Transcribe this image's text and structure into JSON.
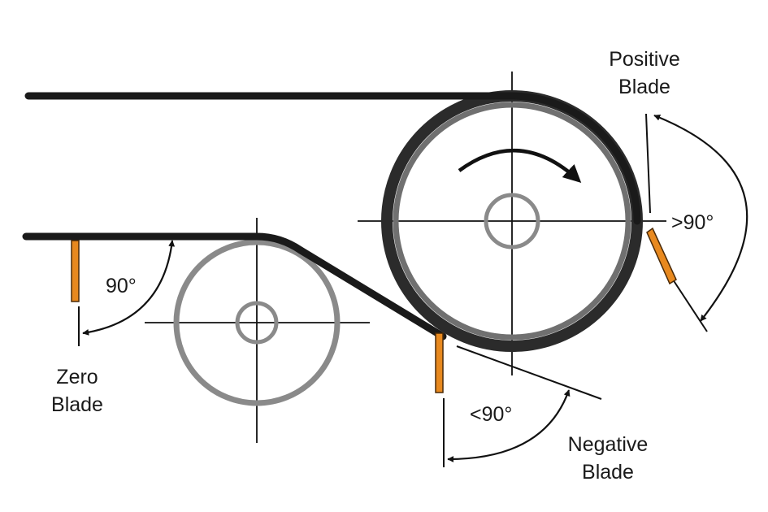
{
  "labels": {
    "positive_line1": "Positive",
    "positive_line2": "Blade",
    "positive_angle": ">90°",
    "zero_line1": "Zero",
    "zero_line2": "Blade",
    "zero_angle": "90°",
    "negative_line1": "Negative",
    "negative_line2": "Blade",
    "negative_angle": "<90°"
  },
  "colors": {
    "belt": "#1a1a1a",
    "roller_ring": "#8a8a8a",
    "big_roller_outer": "#2b2b2b",
    "big_roller_mid": "#707070",
    "blade": "#e8891f",
    "blade_outline": "#4a2a08",
    "axis_lines": "#111111"
  },
  "icons": {
    "rotation_arrow": "clockwise-arrow-icon",
    "angle_arrows": "curved-double-arrow-icon"
  }
}
